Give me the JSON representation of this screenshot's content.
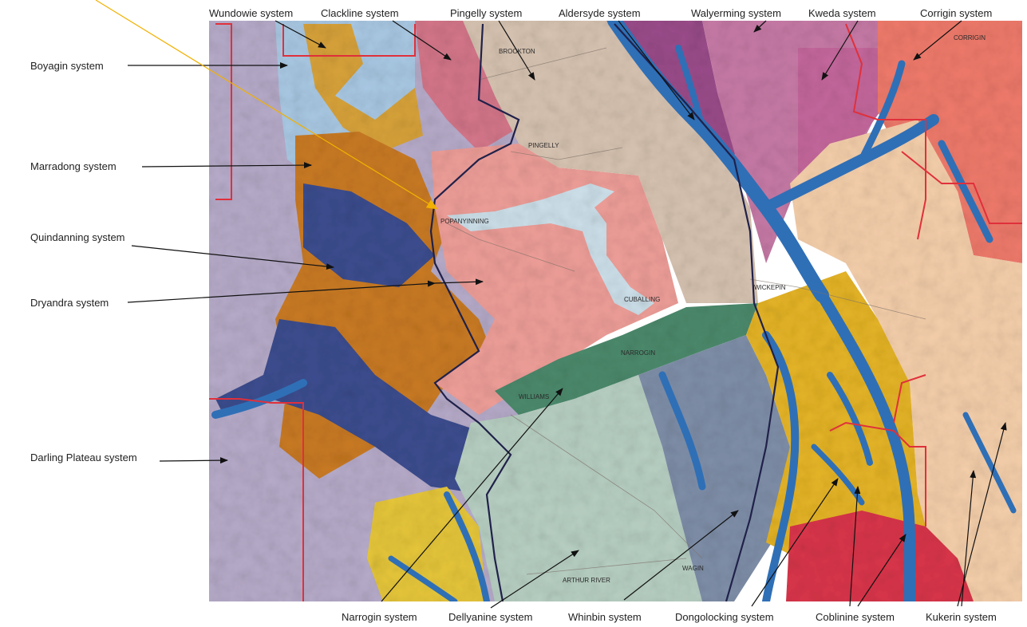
{
  "top_labels": [
    "Wundowie system",
    "Clackline system",
    "Pingelly system",
    "Aldersyde system",
    "Walyerming system",
    "Kweda system",
    "Corrigin system"
  ],
  "left_labels": [
    "Boyagin system",
    "Marradong system",
    "Quindanning system",
    "Dryandra system",
    "Darling Plateau system"
  ],
  "bottom_labels": [
    "Narrogin system",
    "Dellyanine system",
    "Whinbin system",
    "Dongolocking system",
    "Coblinine system",
    "Kukerin system"
  ],
  "town_labels": [
    "BROOKTON",
    "PINGELLY",
    "POPANYINNING",
    "CUBALLING",
    "NARROGIN",
    "WILLIAMS",
    "WAGIN",
    "ARTHUR RIVER",
    "WICKEPIN",
    "CORRIGIN"
  ],
  "colors": {
    "darling_plateau": "#b6abc9",
    "boyagin": "#a9c8e3",
    "wundowie": "#d7a23a",
    "marradong": "#c97a22",
    "quindanning": "#3c4d8f",
    "clackline": "#d4768a",
    "pingelly": "#d7c3b1",
    "aldersyde": "#9a4c8a",
    "walyerming": "#c67aa6",
    "kweda": "#c4679c",
    "corrigin": "#ef7a6b",
    "narrogin": "#4c8a6c",
    "dellyanine": "#b7cfc2",
    "whinbin": "#7f8fa8",
    "dongolocking": "#e5b426",
    "coblinine": "#d9354a",
    "kukerin": "#f5cfab",
    "drainage": "#2f6fb6",
    "dryandra_area": "#ee9e98",
    "boundary_red": "#e0303b",
    "arrow_yellow": "#f2b100"
  }
}
